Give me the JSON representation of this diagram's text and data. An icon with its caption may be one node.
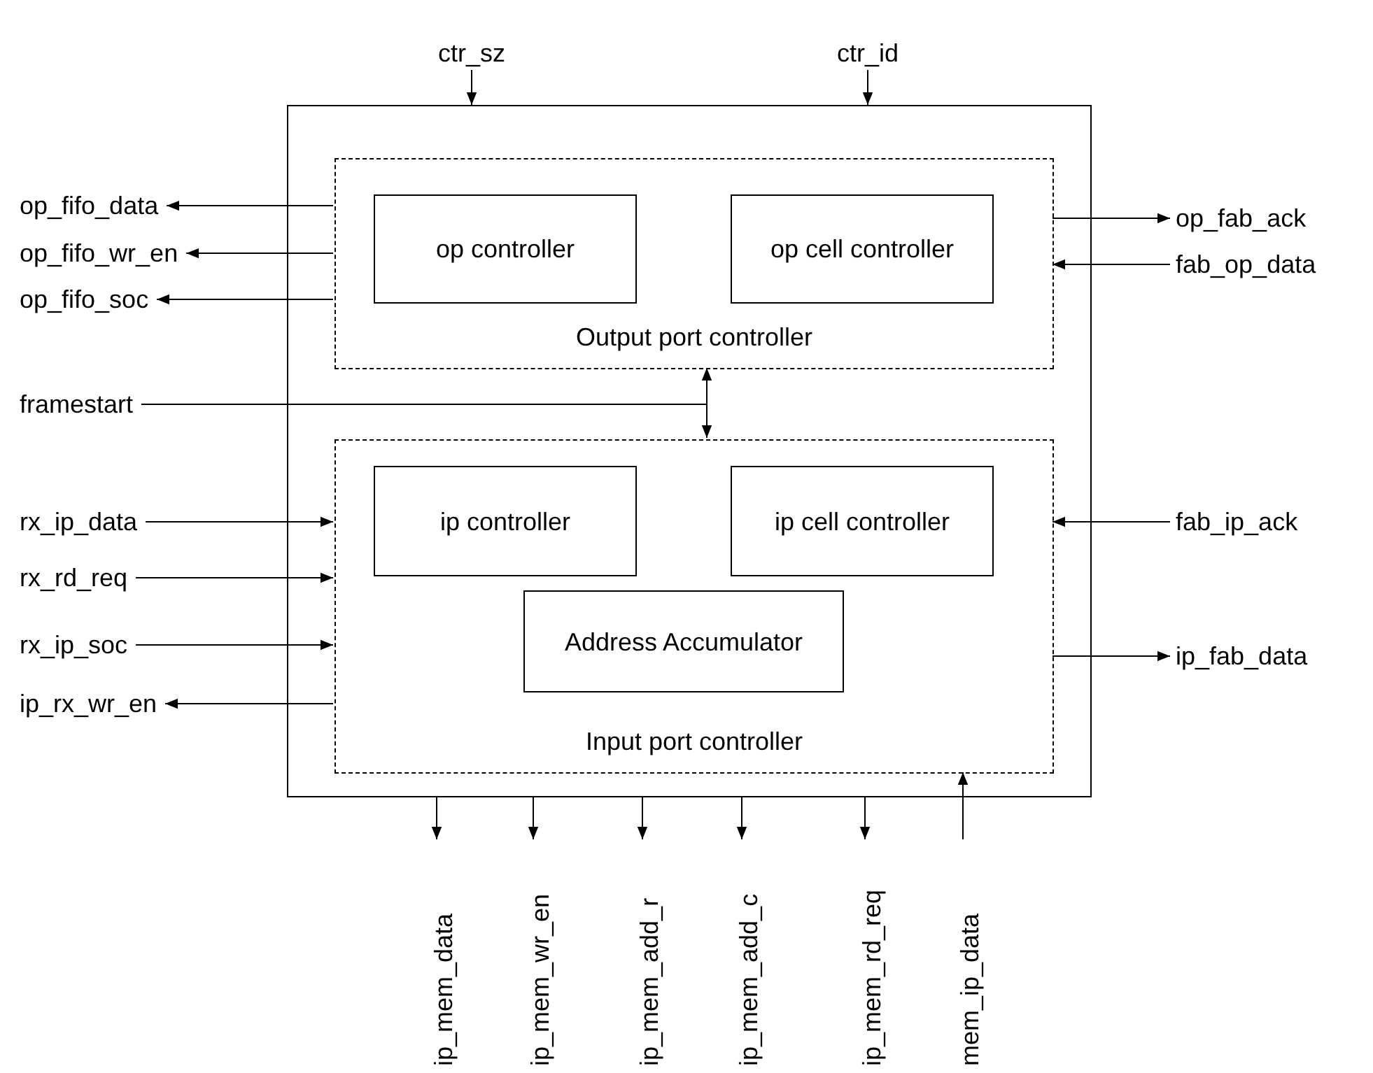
{
  "diagram": {
    "nodes": [
      {
        "text": [],
        "shape": "box"
      },
      {
        "text": [
          "Output port controller"
        ],
        "in": 0
      },
      {
        "text": [
          "op controller"
        ],
        "in": 1
      },
      {
        "text": [
          "op cell controller"
        ],
        "in": 1
      },
      {
        "text": [
          "Input port controller"
        ],
        "in": 0
      },
      {
        "text": [
          "ip controller"
        ],
        "in": 4
      },
      {
        "text": [
          "ip cell controller"
        ],
        "in": 4
      },
      {
        "text": [
          "Address Accumulator"
        ],
        "in": 4
      },
      {
        "text": [
          "ctr_sz"
        ]
      },
      {
        "text": [
          "ctr_id"
        ]
      },
      {
        "text": [
          "op_fifo_data"
        ]
      },
      {
        "text": [
          "op_fifo_wr_en"
        ]
      },
      {
        "text": [
          "op_fifo_soc"
        ]
      },
      {
        "text": [
          "op_fab_ack"
        ]
      },
      {
        "text": [
          "fab_op_data"
        ]
      },
      {
        "text": [
          "framestart"
        ]
      },
      {
        "text": [
          "rx_ip_data"
        ]
      },
      {
        "text": [
          "rx_rd_req"
        ]
      },
      {
        "text": [
          "rx_ip_soc"
        ]
      },
      {
        "text": [
          "ip_rx_wr_en"
        ]
      },
      {
        "text": [
          "fab_ip_ack"
        ]
      },
      {
        "text": [
          "ip_fab_data"
        ]
      },
      {
        "text": [
          "ip_mem_data"
        ]
      },
      {
        "text": [
          "ip_mem_wr_en"
        ]
      },
      {
        "text": [
          "ip_mem_add_r"
        ]
      },
      {
        "text": [
          "ip_mem_add_c"
        ]
      },
      {
        "text": [
          "ip_mem_rd_req"
        ]
      },
      {
        "text": [
          "mem_ip_data"
        ]
      }
    ],
    "edges": [
      {
        "from": 8,
        "to": 0,
        "arrow": "to"
      },
      {
        "from": 9,
        "to": 0,
        "arrow": "to"
      },
      {
        "from": 1,
        "to": 10,
        "arrow": "to"
      },
      {
        "from": 1,
        "to": 11,
        "arrow": "to"
      },
      {
        "from": 1,
        "to": 12,
        "arrow": "to"
      },
      {
        "from": 1,
        "to": 13,
        "arrow": "to"
      },
      {
        "from": 14,
        "to": 1,
        "arrow": "to"
      },
      {
        "from": 15,
        "to": 1,
        "arrow": "to"
      },
      {
        "from": 15,
        "to": 4,
        "arrow": "to"
      },
      {
        "from": 16,
        "to": 4,
        "arrow": "to"
      },
      {
        "from": 17,
        "to": 4,
        "arrow": "to"
      },
      {
        "from": 18,
        "to": 4,
        "arrow": "to"
      },
      {
        "from": 4,
        "to": 19,
        "arrow": "to"
      },
      {
        "from": 20,
        "to": 4,
        "arrow": "to"
      },
      {
        "from": 4,
        "to": 21,
        "arrow": "to"
      },
      {
        "from": 0,
        "to": 22,
        "arrow": "to"
      },
      {
        "from": 0,
        "to": 23,
        "arrow": "to"
      },
      {
        "from": 0,
        "to": 24,
        "arrow": "to"
      },
      {
        "from": 0,
        "to": 25,
        "arrow": "to"
      },
      {
        "from": 0,
        "to": 26,
        "arrow": "to"
      },
      {
        "from": 27,
        "to": 4,
        "arrow": "to"
      }
    ]
  }
}
